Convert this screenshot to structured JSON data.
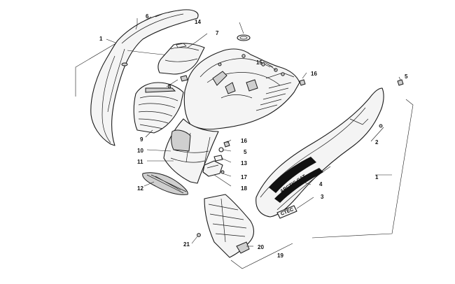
{
  "diagram": {
    "callouts": [
      "1",
      "6",
      "7",
      "14",
      "15",
      "16",
      "5",
      "8",
      "9",
      "10",
      "11",
      "12",
      "13",
      "16",
      "5",
      "17",
      "18",
      "2",
      "1",
      "4",
      "3",
      "21",
      "20",
      "19"
    ],
    "decals": {
      "brand": "ARCTIC CAT",
      "model": "CTEC"
    }
  }
}
